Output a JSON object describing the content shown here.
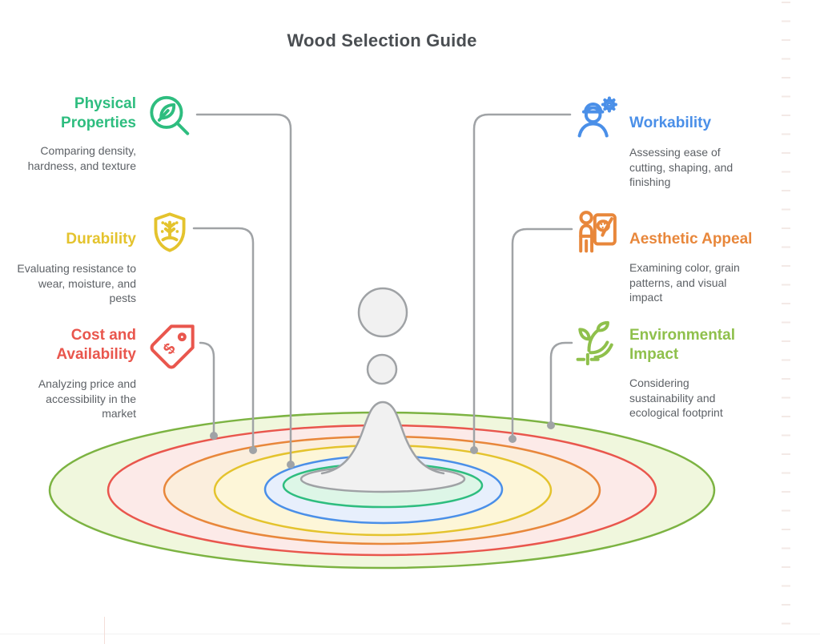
{
  "title": "Wood Selection Guide",
  "text": {
    "title_color": "#4a4e52",
    "description_color": "#5d6166"
  },
  "connector_color": "#a0a3a6",
  "items": [
    {
      "id": "physical-properties",
      "label": "Physical\nProperties",
      "description": "Comparing density,\nhardness, and texture",
      "color": "#2ebd7f",
      "icon": "leaf-magnifier-icon",
      "side": "left",
      "ring": "mint"
    },
    {
      "id": "durability",
      "label": "Durability",
      "description": "Evaluating resistance to\nwear, moisture, and\npests",
      "color": "#e4c32d",
      "icon": "shield-tree-icon",
      "side": "left",
      "ring": "yellow"
    },
    {
      "id": "cost-availability",
      "label": "Cost and\nAvailability",
      "description": "Analyzing price and\naccessibility in the\nmarket",
      "color": "#e9564d",
      "icon": "price-tag-icon",
      "tag_glyph": "$",
      "side": "left",
      "ring": "red"
    },
    {
      "id": "workability",
      "label": "Workability",
      "description": "Assessing ease of\ncutting, shaping, and\nfinishing",
      "color": "#4a8fe8",
      "icon": "worker-gear-icon",
      "side": "right",
      "ring": "blue"
    },
    {
      "id": "aesthetic-appeal",
      "label": "Aesthetic Appeal",
      "description": "Examining color, grain\npatterns, and visual\nimpact",
      "color": "#e8873b",
      "icon": "artist-canvas-icon",
      "side": "right",
      "ring": "orange"
    },
    {
      "id": "environmental-impact",
      "label": "Environmental\nImpact",
      "description": "Considering\nsustainability and\necological footprint",
      "color": "#8fc04c",
      "icon": "sprout-icon",
      "side": "right",
      "ring": "outer-green"
    }
  ],
  "ripples": [
    {
      "name": "outer-green",
      "stroke": "#7cb342",
      "fill": "#f0f7dd"
    },
    {
      "name": "red",
      "stroke": "#e9564d",
      "fill": "#fceae8"
    },
    {
      "name": "orange",
      "stroke": "#e8873b",
      "fill": "#fbeedd"
    },
    {
      "name": "yellow",
      "stroke": "#e4c32d",
      "fill": "#fdf6d8"
    },
    {
      "name": "blue",
      "stroke": "#4a8fe8",
      "fill": "#e7effc"
    },
    {
      "name": "mint",
      "stroke": "#2ebd7f",
      "fill": "#ddf6e7"
    },
    {
      "name": "splash-gray",
      "stroke": "#9fa2a5",
      "fill": "#f1f1f1"
    }
  ]
}
